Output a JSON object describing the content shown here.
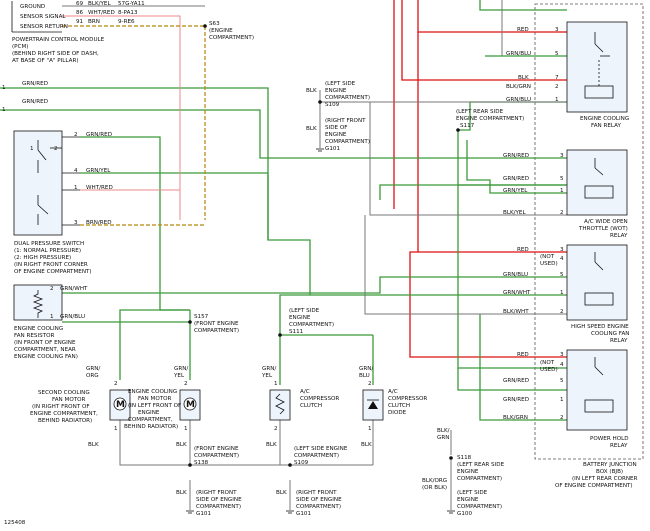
{
  "figure_id": "125408",
  "pcm": {
    "rows": [
      {
        "pin": "69",
        "wire": "BLK/YEL",
        "circuit": "57G-YA11",
        "name": "GROUND"
      },
      {
        "pin": "86",
        "wire": "WHT/RED",
        "circuit": "8-PA13",
        "name": "SENSOR SIGNAL"
      },
      {
        "pin": "91",
        "wire": "BRN",
        "circuit": "9-RE6",
        "name": "SENSOR RETURN"
      }
    ],
    "title_lines": [
      "POWERTRAIN CONTROL MODULE",
      "(PCM)",
      "(BEHIND RIGHT SIDE OF DASH,",
      "AT BASE OF \"A\" PILLAR)"
    ]
  },
  "s63": [
    "S63",
    "(ENGINE",
    "COMPARTMENT)"
  ],
  "gnd_s109": {
    "wire": "BLK",
    "splice_desc": [
      "(LEFT SIDE",
      "ENGINE",
      "COMPARTMENT)"
    ],
    "splice": "S109",
    "ground_desc": [
      "(RIGHT FRONT",
      "SIDE OF",
      "ENGINE",
      "COMPARTMENT)"
    ],
    "ground": "G101"
  },
  "s117": [
    "(LEFT REAR SIDE",
    "ENGINE COMPARTMENT)",
    "S117"
  ],
  "left_wires": {
    "w1": "GRN/RED",
    "w2": "GRN/RED"
  },
  "dps": {
    "pins": [
      {
        "pin": "2",
        "wire": "GRN/RED"
      },
      {
        "pin": "4",
        "wire": "GRN/YEL"
      },
      {
        "pin": "1",
        "wire": "WHT/RED"
      },
      {
        "pin": "3",
        "wire": "BRN/RED"
      }
    ],
    "sw_pins": [
      "1",
      "2"
    ],
    "title_lines": [
      "DUAL PRESSURE SWITCH",
      "(1: NORMAL PRESSURE)",
      "(2: HIGH PRESSURE)",
      "(IN RIGHT FRONT CORNER",
      "OF ENGINE COMPARTMENT)"
    ]
  },
  "resistor": {
    "pins": [
      {
        "pin": "2",
        "wire": "GRN/WHT"
      },
      {
        "pin": "1",
        "wire": "GRN/BLU"
      }
    ],
    "title_lines": [
      "ENGINE COOLING",
      "FAN RESISTOR",
      "(IN FRONT OF ENGINE",
      "COMPARTMENT, NEAR",
      "ENGINE COOLING FAN)"
    ]
  },
  "s157": [
    "S157",
    "(FRONT ENGINE",
    "COMPARTMENT)"
  ],
  "s111": [
    "(LEFT SIDE",
    "ENGINE",
    "COMPARTMENT)",
    "S111"
  ],
  "motor2": {
    "top_wire": [
      "GRN/",
      "ORG"
    ],
    "pin_top": "2",
    "pin_bot": "1",
    "bot_wire": "BLK",
    "symbol": "M",
    "title_lines": [
      "SECOND COOLING",
      "FAN MOTOR",
      "(IN RIGHT FRONT OF",
      "ENGINE COMPARTMENT,",
      "BEHIND RADIATOR)"
    ]
  },
  "motor1": {
    "top_wire": [
      "GRN/",
      "YEL"
    ],
    "pin_top": "2",
    "pin_bot": "1",
    "bot_wire": "BLK",
    "symbol": "M",
    "title_lines": [
      "ENGINE COOLING",
      "FAN MOTOR",
      "(IN LEFT FRONT OF",
      "ENGINE",
      "COMPARTMENT,",
      "BEHIND RADIATOR)"
    ]
  },
  "clutch": {
    "top_wire": [
      "GRN/",
      "YEL"
    ],
    "pin_top": "1",
    "pin_bot": "2",
    "bot_wire": "BLK",
    "title_lines": [
      "A/C",
      "COMPRESSOR",
      "CLUTCH"
    ]
  },
  "diode": {
    "top_wire": [
      "GRN/",
      "BLU"
    ],
    "pin_top": "2",
    "pin_bot": "1",
    "bot_wire": "BLK",
    "title_lines": [
      "A/C",
      "COMPRESSOR",
      "CLUTCH",
      "DIODE"
    ]
  },
  "s138": [
    "(FRONT ENGINE",
    "COMPARTMENT)",
    "S138"
  ],
  "s109b": [
    "(LEFT SIDE ENGINE",
    "COMPARTMENT)",
    "S109"
  ],
  "g101a": {
    "wire": "BLK",
    "desc": [
      "(RIGHT FRONT",
      "SIDE OF ENGINE",
      "COMPARTMENT)"
    ],
    "ground": "G101"
  },
  "g101b": {
    "wire": "BLK",
    "desc": [
      "(RIGHT FRONT",
      "SIDE OF ENGINE",
      "COMPARTMENT)"
    ],
    "ground": "G101"
  },
  "s118": {
    "wire_top": [
      "BLK/",
      "GRN"
    ],
    "desc": [
      "S118",
      "(LEFT REAR SIDE",
      "ENGINE",
      "COMPARTMENT)"
    ]
  },
  "g100": {
    "wire": [
      "BLK/ORG",
      "(OR BLK)"
    ],
    "desc": [
      "(LEFT SIDE",
      "ENGINE",
      "COMPARTMENT)"
    ],
    "ground": "G100"
  },
  "relays": [
    {
      "name_lines": [
        "ENGINE COOLING",
        "FAN RELAY"
      ],
      "pins": [
        {
          "pin": "3",
          "wire": "RED"
        },
        {
          "pin": "5",
          "wire": "GRN/BLU"
        },
        {
          "pin": "7",
          "wire": "BLK"
        },
        {
          "pin": "2",
          "wire": "BLK/GRN"
        },
        {
          "pin": "1",
          "wire": "GRN/BLU"
        }
      ]
    },
    {
      "name_lines": [
        "A/C WIDE OPEN",
        "THROTTLE (WOT)",
        "RELAY"
      ],
      "pins": [
        {
          "pin": "3",
          "wire": "GRN/RED"
        },
        {
          "pin": "5",
          "wire": "GRN/RED"
        },
        {
          "pin": "1",
          "wire": "GRN/YEL"
        },
        {
          "pin": "2",
          "wire": "BLK/YEL"
        }
      ]
    },
    {
      "name_lines": [
        "HIGH SPEED ENGINE",
        "COOLING FAN",
        "RELAY"
      ],
      "pins": [
        {
          "pin": "3",
          "wire": "RED"
        },
        {
          "pin": "4",
          "wire": "(NOT USED)"
        },
        {
          "pin": "5",
          "wire": "GRN/BLU"
        },
        {
          "pin": "1",
          "wire": "GRN/WHT"
        },
        {
          "pin": "2",
          "wire": "BLK/WHT"
        }
      ]
    },
    {
      "name_lines": [
        "POWER HOLD",
        "RELAY"
      ],
      "pins": [
        {
          "pin": "3",
          "wire": "RED"
        },
        {
          "pin": "4",
          "wire": "(NOT USED)"
        },
        {
          "pin": "5",
          "wire": "GRN/RED"
        },
        {
          "pin": "1",
          "wire": "GRN/RED"
        },
        {
          "pin": "2",
          "wire": "BLK/GRN"
        }
      ]
    }
  ],
  "bjb": [
    "BATTERY JUNCTION",
    "BOX (BJB)",
    "(IN LEFT REAR CORNER",
    "OF ENGINE COMPARTMENT)"
  ]
}
